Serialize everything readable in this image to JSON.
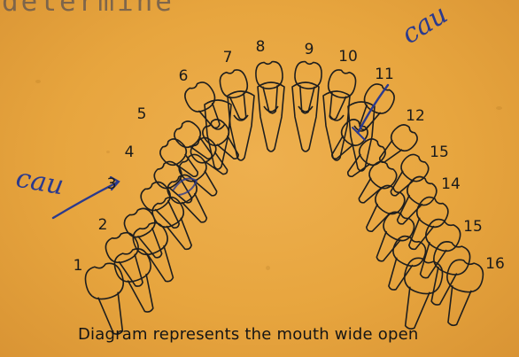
{
  "header_word": "determine",
  "tooth_numbers": [
    {
      "label": "1",
      "side": "left"
    },
    {
      "label": "2",
      "side": "left"
    },
    {
      "label": "3",
      "side": "left"
    },
    {
      "label": "4",
      "side": "left"
    },
    {
      "label": "5",
      "side": "left"
    },
    {
      "label": "6",
      "side": "left"
    },
    {
      "label": "7",
      "side": "left"
    },
    {
      "label": "8",
      "side": "left"
    },
    {
      "label": "9",
      "side": "right"
    },
    {
      "label": "10",
      "side": "right"
    },
    {
      "label": "11",
      "side": "right"
    },
    {
      "label": "12",
      "side": "right"
    },
    {
      "label": "15",
      "side": "right"
    },
    {
      "label": "14",
      "side": "right"
    },
    {
      "label": "15",
      "side": "right"
    },
    {
      "label": "16",
      "side": "right"
    }
  ],
  "handwritten_notes": {
    "left": "cau",
    "right": "cau"
  },
  "caption": "Diagram represents the mouth wide open",
  "colors": {
    "paper": "#e7a53e",
    "ink": "#1e1e1e",
    "pen": "#2b3a8e"
  }
}
